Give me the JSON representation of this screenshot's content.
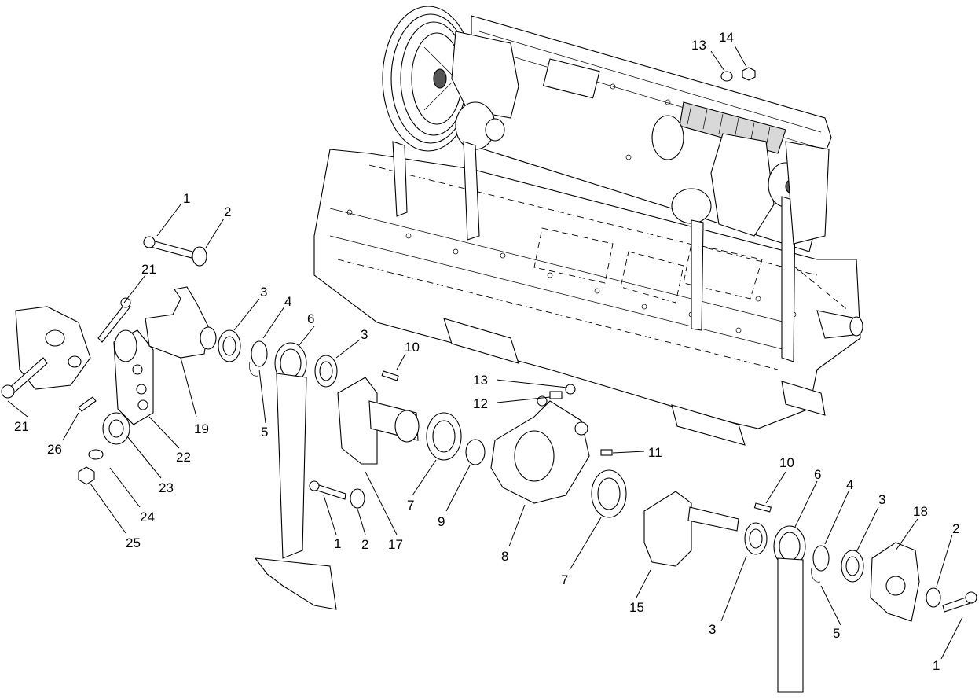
{
  "callouts": [
    {
      "label": "1"
    },
    {
      "label": "2"
    },
    {
      "label": "21"
    },
    {
      "label": "3"
    },
    {
      "label": "4"
    },
    {
      "label": "6"
    },
    {
      "label": "3"
    },
    {
      "label": "10"
    },
    {
      "label": "13"
    },
    {
      "label": "12"
    },
    {
      "label": "11"
    },
    {
      "label": "13"
    },
    {
      "label": "14"
    },
    {
      "label": "21"
    },
    {
      "label": "26"
    },
    {
      "label": "19"
    },
    {
      "label": "5"
    },
    {
      "label": "22"
    },
    {
      "label": "23"
    },
    {
      "label": "24"
    },
    {
      "label": "25"
    },
    {
      "label": "1"
    },
    {
      "label": "2"
    },
    {
      "label": "17"
    },
    {
      "label": "7"
    },
    {
      "label": "9"
    },
    {
      "label": "8"
    },
    {
      "label": "7"
    },
    {
      "label": "10"
    },
    {
      "label": "6"
    },
    {
      "label": "4"
    },
    {
      "label": "3"
    },
    {
      "label": "18"
    },
    {
      "label": "2"
    },
    {
      "label": "15"
    },
    {
      "label": "3"
    },
    {
      "label": "5"
    },
    {
      "label": "1"
    }
  ]
}
